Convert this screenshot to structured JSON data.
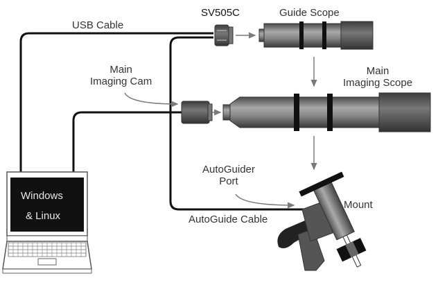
{
  "diagram": {
    "labels": {
      "sv505c": "SV505C",
      "guide_scope": "Guide Scope",
      "usb_cable": "USB Cable",
      "main_cam_line1": "Main",
      "main_cam_line2": "Imaging Cam",
      "main_scope_line1": "Main",
      "main_scope_line2": "Imaging Scope",
      "autoguider_port_line1": "AutoGuider",
      "autoguider_port_line2": "Port",
      "mount": "Mount",
      "autoguide_cable": "AutoGuide Cable",
      "laptop_line1": "Windows",
      "laptop_line2": "& Linux"
    },
    "colors": {
      "cable": "#111111",
      "arrow": "#7a7a7a",
      "screen": "#111111",
      "tube_dark": "#444444",
      "tube_light": "#9a9a9a"
    }
  }
}
